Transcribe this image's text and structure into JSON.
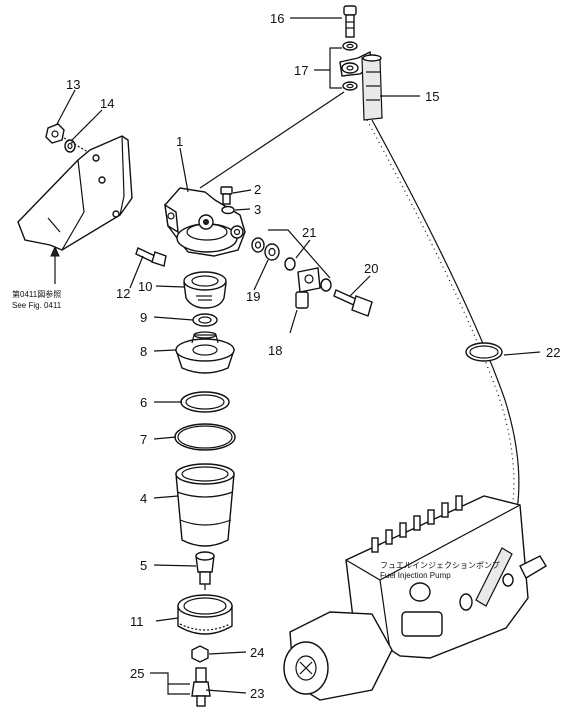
{
  "callouts": {
    "n1": "1",
    "n2": "2",
    "n3": "3",
    "n4": "4",
    "n5": "5",
    "n6": "6",
    "n7": "7",
    "n8": "8",
    "n9": "9",
    "n10": "10",
    "n11": "11",
    "n12": "12",
    "n13": "13",
    "n14": "14",
    "n15": "15",
    "n16": "16",
    "n17": "17",
    "n18": "18",
    "n19": "19",
    "n20": "20",
    "n21": "21",
    "n22": "22",
    "n23": "23",
    "n24": "24",
    "n25": "25"
  },
  "notes": {
    "see_fig_jp": "第0411図参照",
    "see_fig_en": "See Fig. 0411",
    "pump_jp": "フュエルインジェクションポンプ",
    "pump_en": "Fuel Injection Pump"
  }
}
